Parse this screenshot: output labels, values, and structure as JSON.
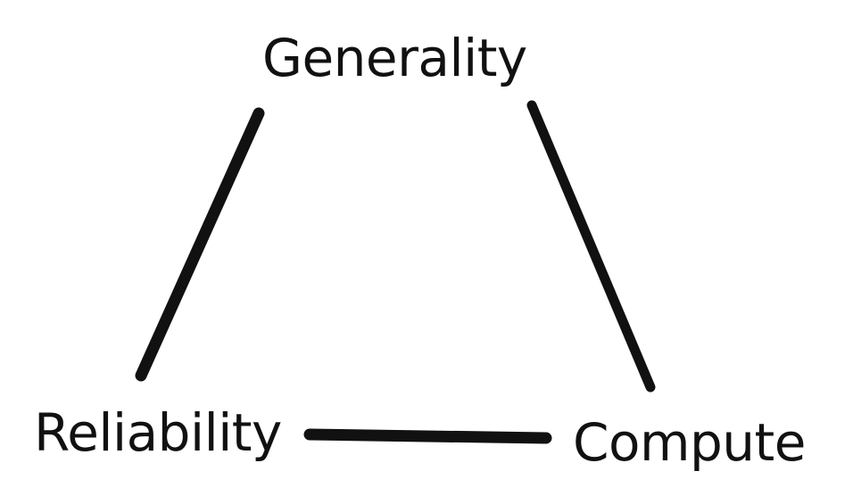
{
  "diagram": {
    "nodes": {
      "top": "Generality",
      "left": "Reliability",
      "right": "Compute"
    },
    "edges": [
      {
        "from": "top",
        "to": "left"
      },
      {
        "from": "top",
        "to": "right"
      },
      {
        "from": "left",
        "to": "right"
      }
    ]
  },
  "colors": {
    "background": "#ffffff",
    "ink": "#111111"
  }
}
